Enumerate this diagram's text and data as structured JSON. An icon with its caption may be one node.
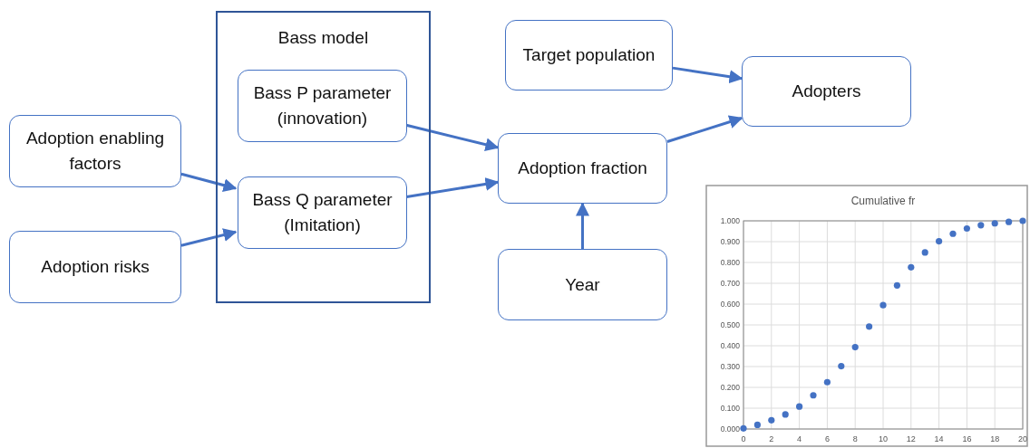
{
  "diagram": {
    "nodes": [
      {
        "text": [
          "Adoption enabling factors"
        ]
      },
      {
        "text": [
          "Adoption risks"
        ]
      },
      {
        "text": [
          "Bass model"
        ]
      },
      {
        "text": [
          "Bass P parameter (innovation)"
        ],
        "in": 2
      },
      {
        "text": [
          "Bass Q parameter (Imitation)"
        ],
        "in": 2
      },
      {
        "text": [
          "Target population"
        ]
      },
      {
        "text": [
          "Adoption fraction"
        ]
      },
      {
        "text": [
          "Year"
        ]
      },
      {
        "text": [
          "Adopters"
        ]
      }
    ],
    "edges": [
      {
        "from": 0,
        "to": 4,
        "arrow": "to"
      },
      {
        "from": 1,
        "to": 4,
        "arrow": "to"
      },
      {
        "from": 3,
        "to": 6,
        "arrow": "to"
      },
      {
        "from": 4,
        "to": 6,
        "arrow": "to"
      },
      {
        "from": 7,
        "to": 6,
        "arrow": "to"
      },
      {
        "from": 6,
        "to": 8,
        "arrow": "to"
      },
      {
        "from": 5,
        "to": 8,
        "arrow": "to"
      }
    ],
    "chart_data": {
      "type": "scatter",
      "title": "Cumulative fr",
      "x": [
        0,
        1,
        2,
        3,
        4,
        5,
        6,
        7,
        8,
        9,
        10,
        11,
        12,
        13,
        14,
        15,
        16,
        17,
        18,
        19,
        20
      ],
      "series": [
        {
          "color": "#4472c4",
          "values": [
            0.003,
            0.02,
            0.042,
            0.07,
            0.108,
            0.162,
            0.225,
            0.302,
            0.393,
            0.492,
            0.595,
            0.69,
            0.777,
            0.848,
            0.902,
            0.938,
            0.963,
            0.979,
            0.988,
            0.995,
            1.0
          ]
        }
      ],
      "xlim": [
        0,
        20
      ],
      "ylim": [
        0,
        1
      ],
      "grid": true,
      "xticks": [
        0,
        2,
        4,
        6,
        8,
        10,
        12,
        14,
        16,
        18,
        20
      ],
      "yticks": [
        {
          "value": 0,
          "label": "0.000"
        },
        {
          "value": 0.1,
          "label": "0.100"
        },
        {
          "value": 0.2,
          "label": "0.200"
        },
        {
          "value": 0.3,
          "label": "0.300"
        },
        {
          "value": 0.4,
          "label": "0.400"
        },
        {
          "value": 0.5,
          "label": "0.500"
        },
        {
          "value": 0.6,
          "label": "0.600"
        },
        {
          "value": 0.7,
          "label": "0.700"
        },
        {
          "value": 0.8,
          "label": "0.800"
        },
        {
          "value": 0.9,
          "label": "0.900"
        },
        {
          "value": 1.0,
          "label": "1.000"
        }
      ]
    }
  }
}
